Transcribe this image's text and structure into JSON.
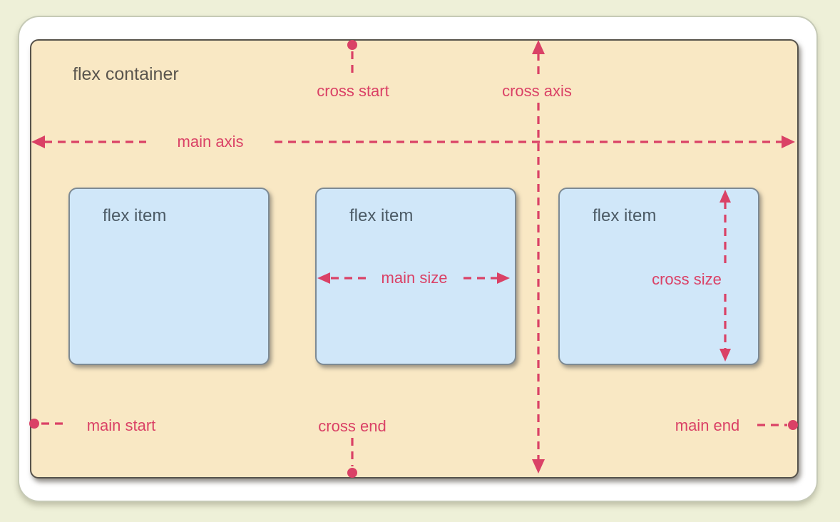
{
  "title": "flexbox axes diagram",
  "colors": {
    "page_bg": "#eef0d8",
    "frame_bg": "#ffffff",
    "frame_border": "#c6cab6",
    "container_bg": "#f9e8c4",
    "container_border": "#56524b",
    "item_bg": "#d0e7f9",
    "item_border": "#7d8a94",
    "accent_pink": "#da4166",
    "container_text": "#5a554e",
    "item_text": "#4c5b66"
  },
  "container": {
    "label": "flex container"
  },
  "items": [
    {
      "label": "flex item"
    },
    {
      "label": "flex item"
    },
    {
      "label": "flex item"
    }
  ],
  "annotations": {
    "main_axis": "main axis",
    "cross_axis": "cross axis",
    "cross_start": "cross start",
    "cross_end": "cross end",
    "main_start": "main start",
    "main_end": "main end",
    "main_size": "main size",
    "cross_size": "cross size"
  }
}
